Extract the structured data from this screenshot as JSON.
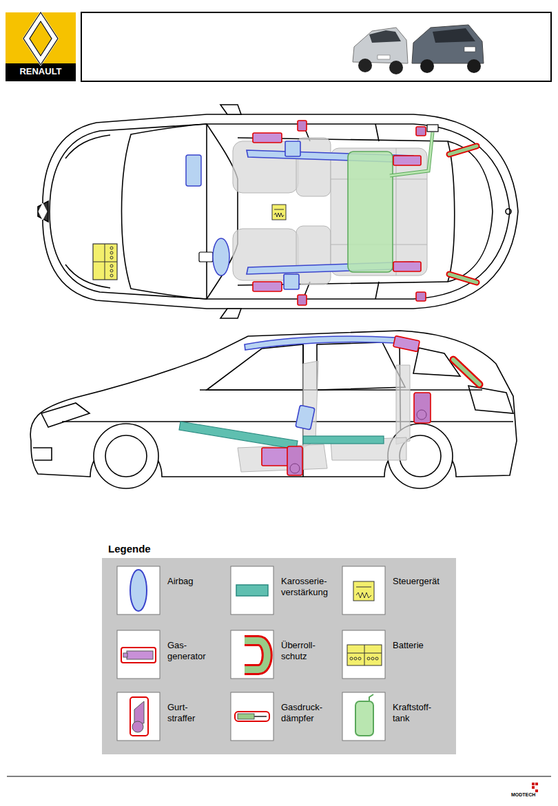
{
  "diagram": {
    "labels": [
      "RENAULT",
      "Legende",
      "MODTECH"
    ],
    "legend": [
      {
        "text": "Airbag"
      },
      {
        "text": "Karosserie- verstärkung"
      },
      {
        "text": "Steuergerät"
      },
      {
        "text": "Gas- generator"
      },
      {
        "text": "Überroll- schutz"
      },
      {
        "text": "Batterie"
      },
      {
        "text": "Gurt- straffer"
      },
      {
        "text": "Gasdruck- dämpfer"
      },
      {
        "text": "Kraftstoff- tank"
      }
    ]
  }
}
